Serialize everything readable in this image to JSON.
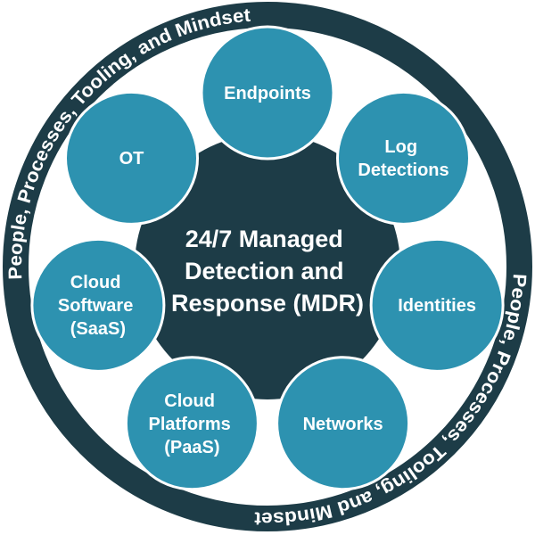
{
  "diagram": {
    "center": {
      "lines": [
        "24/7 Managed",
        "Detection and",
        "Response (MDR)"
      ]
    },
    "ring": {
      "label": "People, Processes, Tooling, and Mindset"
    },
    "satellites": [
      {
        "id": "endpoints",
        "lines": [
          "Endpoints"
        ]
      },
      {
        "id": "log-detections",
        "lines": [
          "Log",
          "Detections"
        ]
      },
      {
        "id": "identities",
        "lines": [
          "Identities"
        ]
      },
      {
        "id": "networks",
        "lines": [
          "Networks"
        ]
      },
      {
        "id": "cloud-platforms-paas",
        "lines": [
          "Cloud",
          "Platforms",
          "(PaaS)"
        ]
      },
      {
        "id": "cloud-software-saas",
        "lines": [
          "Cloud",
          "Software",
          "(SaaS)"
        ]
      },
      {
        "id": "ot",
        "lines": [
          "OT"
        ]
      }
    ],
    "colors": {
      "dark": "#1d3c47",
      "teal": "#2d92b0",
      "text": "#ffffff",
      "white": "#ffffff",
      "background": "#ffffff"
    }
  }
}
